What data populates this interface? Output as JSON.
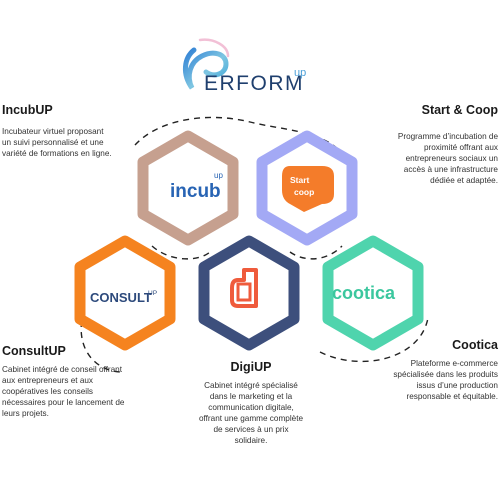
{
  "logo": {
    "text_main": "ERFORM",
    "text_sup": "up"
  },
  "items": {
    "incubup": {
      "title": "IncubUP",
      "desc": " Incubateur virtuel proposant un suivi personnalisé et une variété de formations en ligne.",
      "logo_main": "incub",
      "logo_sup": "up",
      "color": "#c6a08f"
    },
    "startcoop": {
      "title": "Start & Coop",
      "desc": "Programme d’incubation de proximité offrant aux entrepreneurs sociaux un accès à une infrastructure dédiée et adaptée.",
      "logo_line1": "Start",
      "logo_line2": "coop",
      "color": "#a3a9f5"
    },
    "consultup": {
      "title": "ConsultUP",
      "desc": "Cabinet intégré de conseil offrant aux entrepreneurs et aux coopératives les conseils nécessaires pour le lancement de leurs projets.",
      "logo_main": "CONSULT",
      "logo_sup": "UP",
      "color": "#f5831f"
    },
    "digiup": {
      "title": "DigiUP",
      "desc": "Cabinet intégré spécialisé dans le marketing et la communication digitale, offrant une gamme complète de services à un prix solidaire.",
      "color": "#3d4f7c"
    },
    "cootica": {
      "title": "Cootica",
      "desc": "Plateforme e-commerce spécialisée dans les produits issus d’une production responsable et équitable.",
      "logo_main": "cootica",
      "color": "#4fd4ad"
    }
  },
  "colors": {
    "digi_logo": "#ef5b3c",
    "startcoop_logo": "#f47c2a",
    "incub_text": "#2864b4",
    "consult_text": "#2d4a7c",
    "cootica_text": "#3bc79e"
  }
}
